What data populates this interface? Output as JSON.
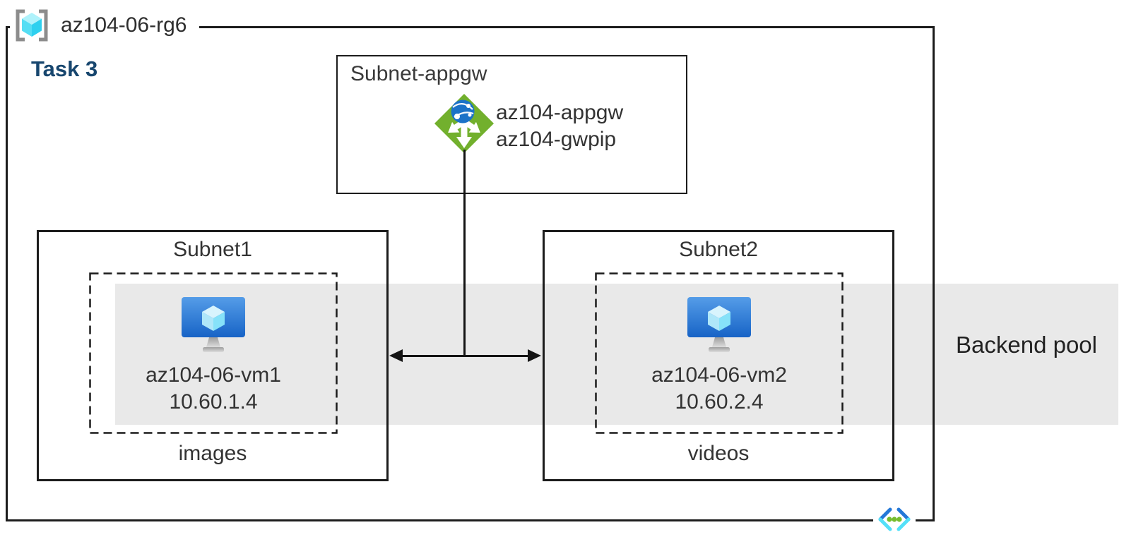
{
  "diagram": {
    "resource_group": "az104-06-rg6",
    "task_label": "Task 3",
    "gateway_subnet": {
      "label": "Subnet-appgw",
      "gateway_name": "az104-appgw",
      "gateway_public_ip": "az104-gwpip"
    },
    "subnets": [
      {
        "label": "Subnet1",
        "vm_name": "az104-06-vm1",
        "vm_ip": "10.60.1.4",
        "container": "images"
      },
      {
        "label": "Subnet2",
        "vm_name": "az104-06-vm2",
        "vm_ip": "10.60.2.4",
        "container": "videos"
      }
    ],
    "backend_pool_label": "Backend pool",
    "icons": {
      "resource_group": "resource-group-icon",
      "application_gateway": "application-gateway-icon",
      "virtual_machine": "virtual-machine-icon",
      "virtual_network": "virtual-network-icon"
    },
    "colors": {
      "task_label": "#17466E",
      "backend_band": "#E9E9E9",
      "gateway_green": "#72B02D",
      "globe_blue": "#1B72C8",
      "vm_blue_top": "#559DE8",
      "vm_blue_bottom": "#1763C6",
      "cube_cyan": "#2ED0EF",
      "vnet_dot_green": "#76BC2D",
      "line_black": "#1C1C1C"
    }
  }
}
